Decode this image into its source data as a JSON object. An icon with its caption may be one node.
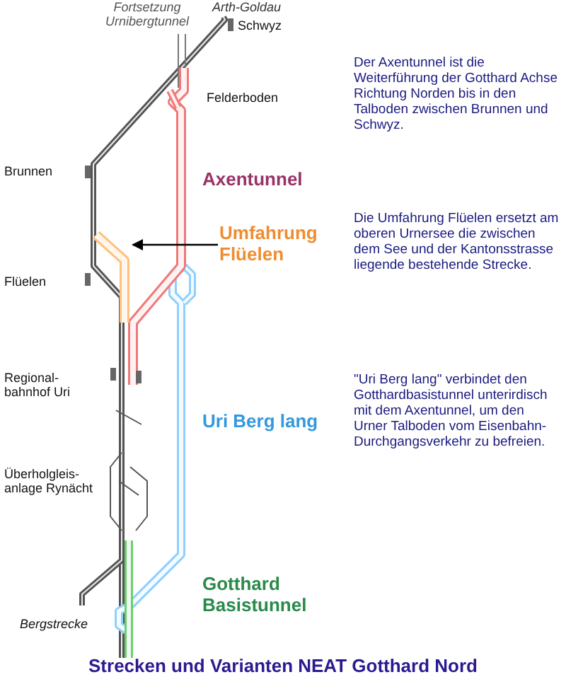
{
  "diagram": {
    "title": "Strecken und Varianten NEAT Gotthard Nord",
    "nodes": [
      {
        "text": [
          "Umfahrung Flüelen"
        ]
      },
      {
        "text": [],
        "shape": "line"
      }
    ],
    "edges": [
      {
        "from": 0,
        "to": 1,
        "arrow": "to"
      }
    ],
    "labels": [
      "Fortsetzung Urnibergtunnel",
      "Arth-Goldau",
      "Schwyz",
      "Felderboden",
      "Der Axentunnel ist die Weiterführung der Gotthard Achse Richtung Norden bis in den Talboden zwischen Brunnen und Schwyz.",
      "Brunnen",
      "Axentunnel",
      "Die Umfahrung Flüelen ersetzt am oberen Urnersee die zwischen dem See und der Kantonsstrasse liegende bestehende Strecke.",
      "Flüelen",
      "Regional- bahnhof Uri",
      "Uri Berg lang",
      "\"Uri Berg lang\" verbindet den Gotthardbasistunnel unterirdisch mit dem Axentunnel, um den Urner Talboden vom Eisenbahn-Durchgangsverkehr zu befreien.",
      "Überholgleis- anlage Rynächt",
      "Gotthard Basistunnel",
      "Bergstrecke"
    ]
  }
}
